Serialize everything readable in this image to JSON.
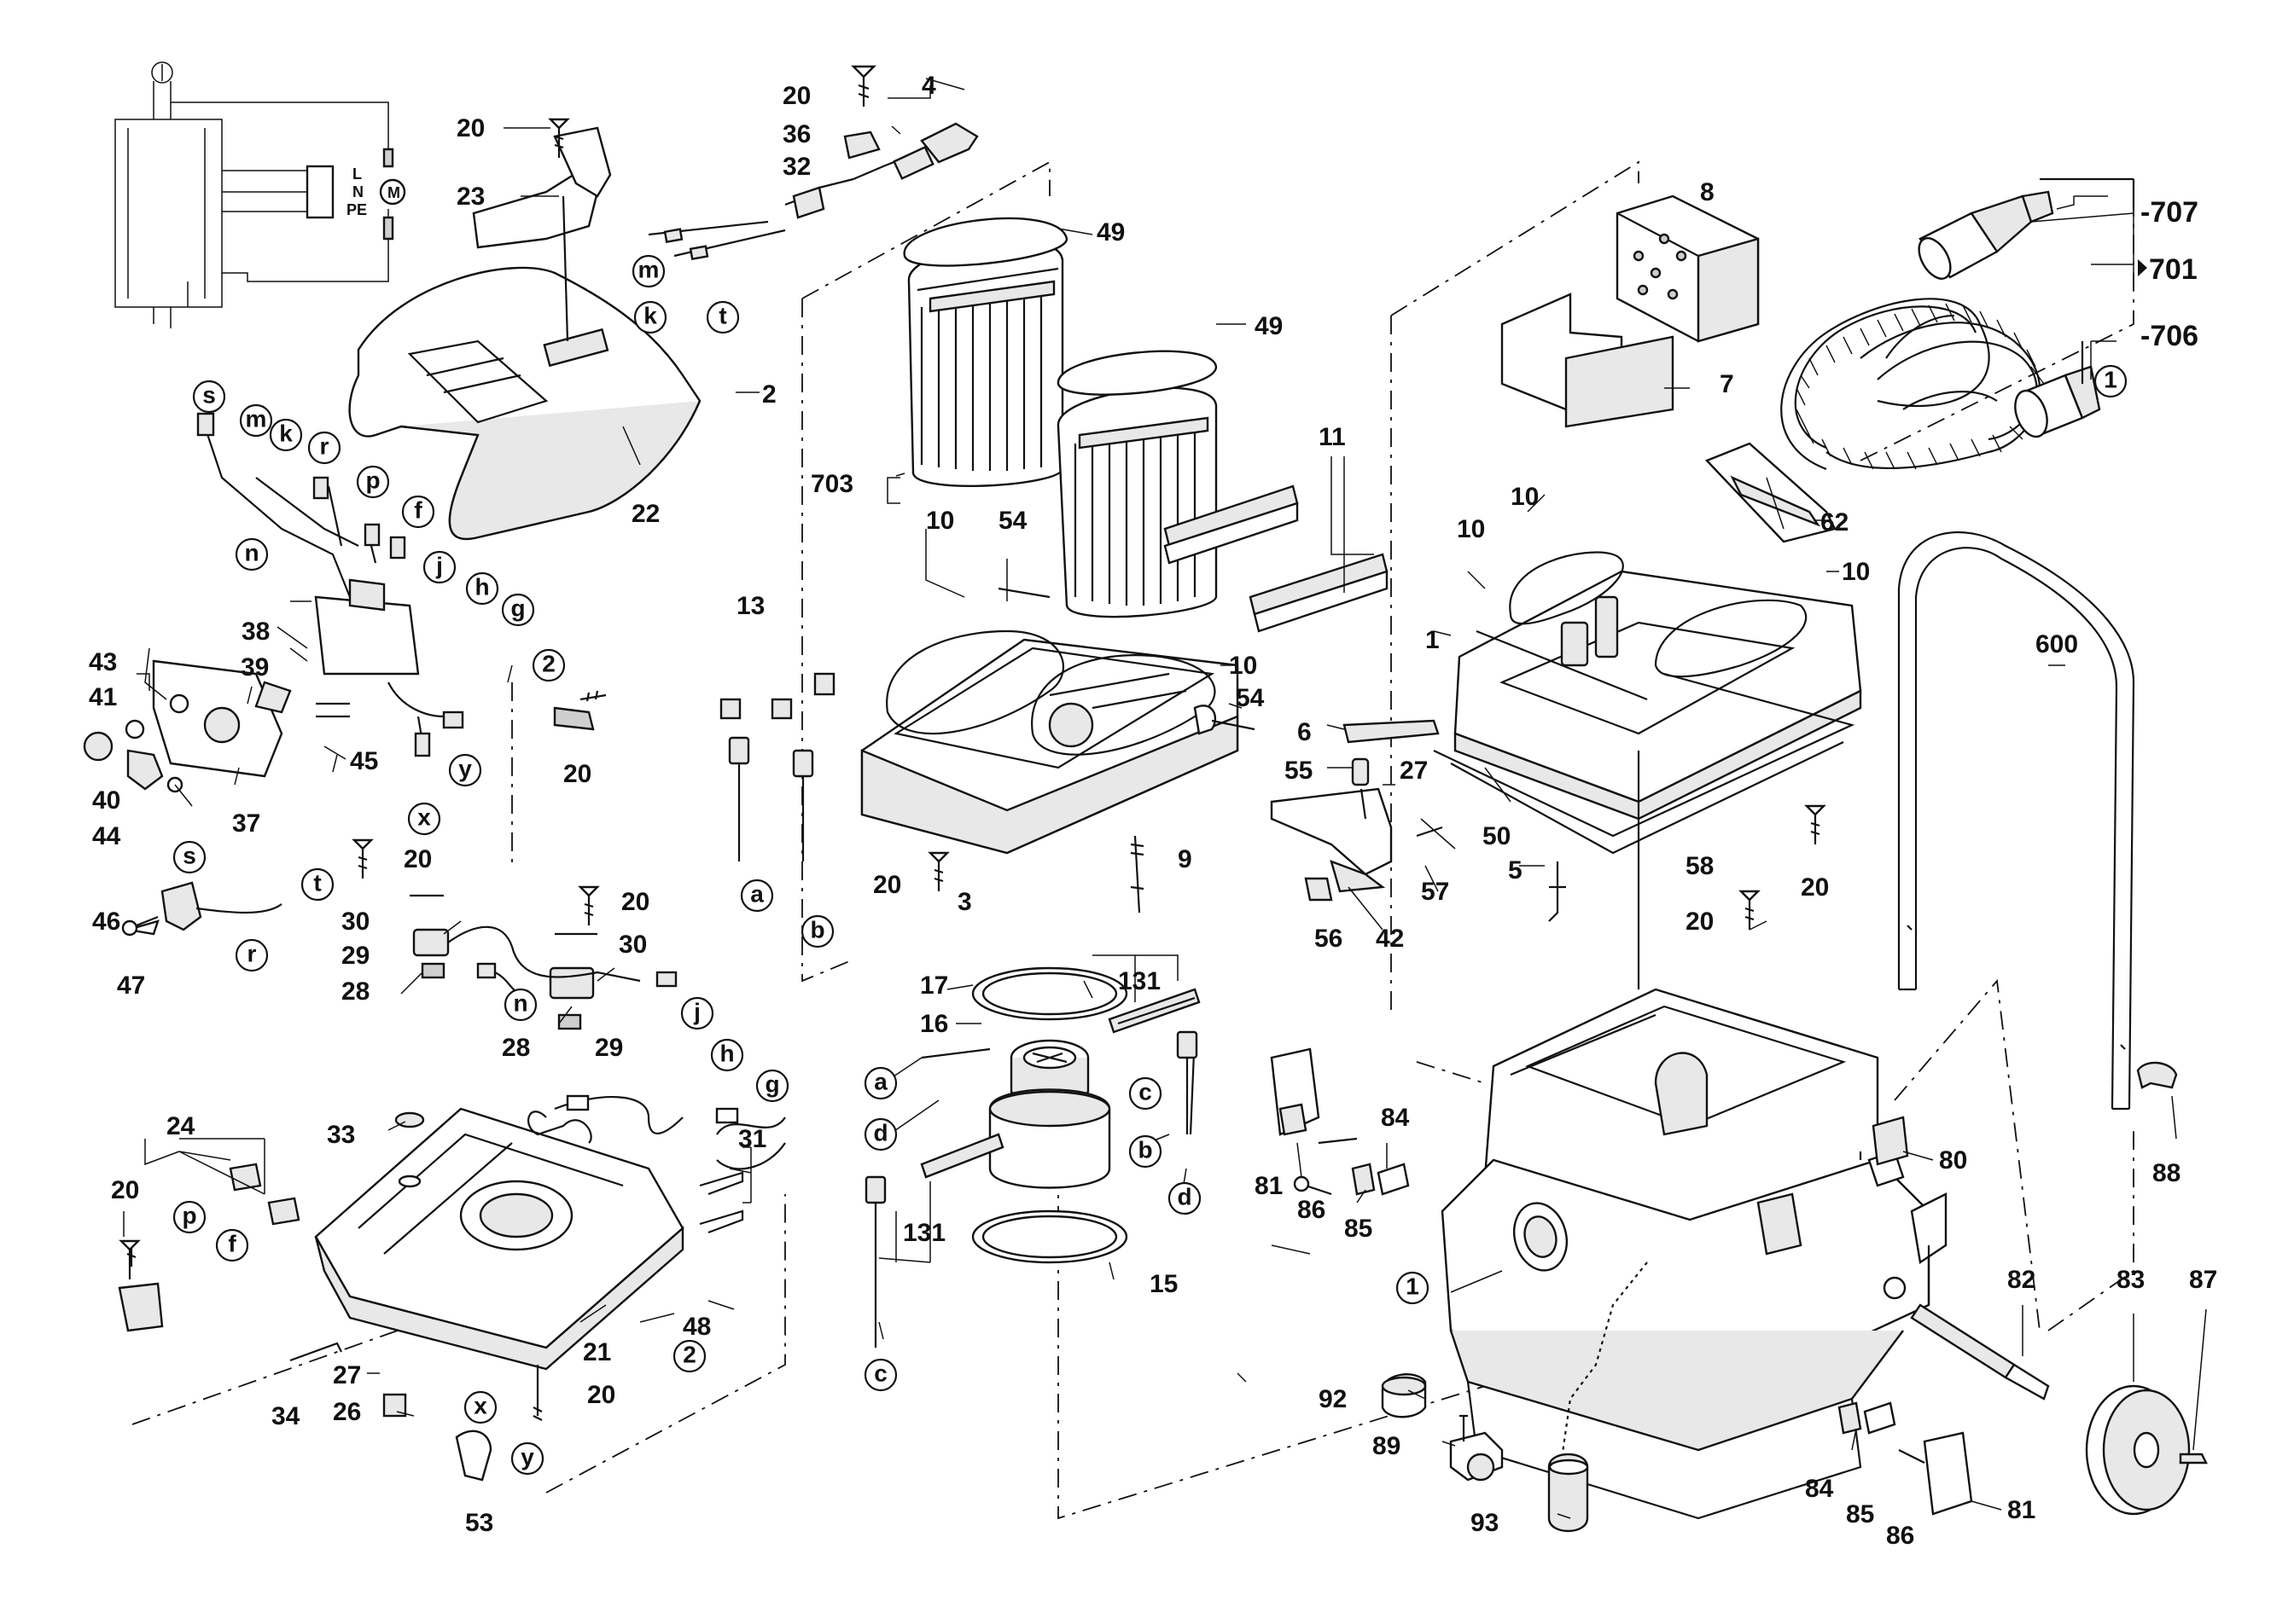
{
  "callouts": {
    "n20": "20",
    "n4": "4",
    "n36": "36",
    "n32": "32",
    "n49": "49",
    "n23": "23",
    "n2": "2",
    "n22": "22",
    "n703": "703",
    "n10": "10",
    "n54": "54",
    "n13": "13",
    "n11": "11",
    "n8": "8",
    "n7": "7",
    "n62": "62",
    "n1": "1",
    "n600": "600",
    "n707": "-707",
    "n701": "701",
    "n706": "-706",
    "n38": "38",
    "n43": "43",
    "n41": "41",
    "n39": "39",
    "n45": "45",
    "n40": "40",
    "n44": "44",
    "n37": "37",
    "n46": "46",
    "n47": "47",
    "n30": "30",
    "n29": "29",
    "n28": "28",
    "n3": "3",
    "n9": "9",
    "n6": "6",
    "n55": "55",
    "n27": "27",
    "n50": "50",
    "n5": "5",
    "n56": "56",
    "n42": "42",
    "n57": "57",
    "n58": "58",
    "n17": "17",
    "n131": "131",
    "n16": "16",
    "n15": "15",
    "n24": "24",
    "n33": "33",
    "n31": "31",
    "n48": "48",
    "n21": "21",
    "n34": "34",
    "n26": "26",
    "n53": "53",
    "n81": "81",
    "n86": "86",
    "n85": "85",
    "n84": "84",
    "n80": "80",
    "n88": "88",
    "n82": "82",
    "n83": "83",
    "n87": "87",
    "n92": "92",
    "n89": "89",
    "n93": "93"
  },
  "letters": {
    "s": "s",
    "m": "m",
    "k": "k",
    "r": "r",
    "p": "p",
    "f": "f",
    "n": "n",
    "j": "j",
    "h": "h",
    "g": "g",
    "t": "t",
    "x": "x",
    "y": "y",
    "a": "a",
    "b": "b",
    "c": "c",
    "d": "d",
    "circ1": "1",
    "circ2": "2"
  },
  "wiring": {
    "L": "L",
    "N": "N",
    "PE": "PE",
    "M": "M"
  }
}
